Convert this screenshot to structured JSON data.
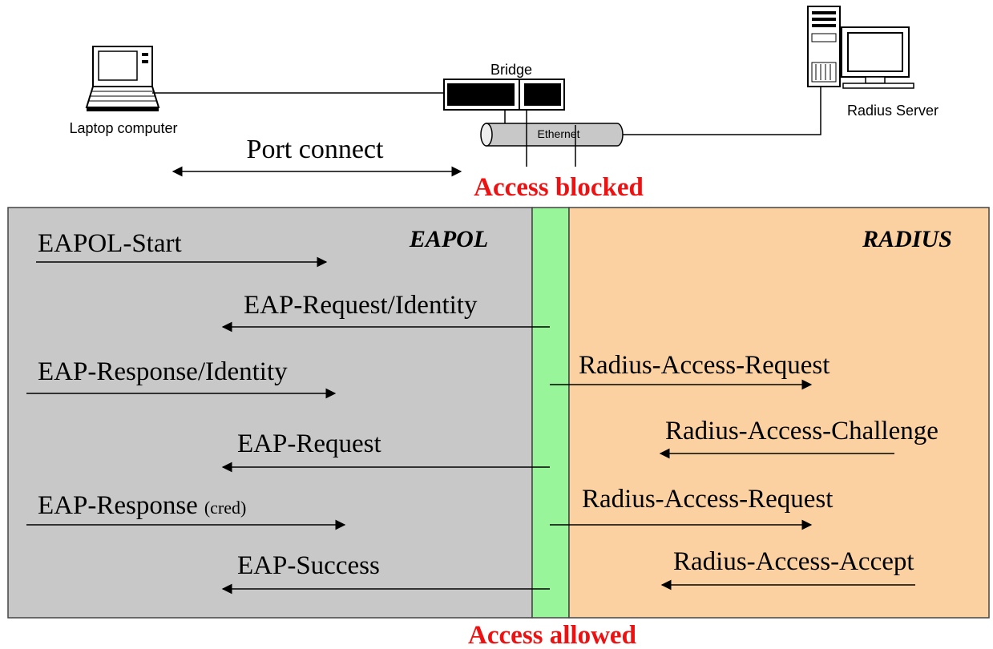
{
  "devices": {
    "laptop_label": "Laptop computer",
    "bridge_label": "Bridge",
    "ethernet_label": "Ethernet",
    "server_label": "Radius Server"
  },
  "top": {
    "port_connect": "Port connect",
    "access_blocked": "Access blocked",
    "access_allowed": "Access allowed"
  },
  "colors": {
    "eapol_panel": "#c8c8c8",
    "radius_panel": "#fcd1a1",
    "bridge_strip": "#99f599",
    "status_red": "#ee1111"
  },
  "panels": {
    "eapol_title": "EAPOL",
    "radius_title": "RADIUS"
  },
  "eapol_messages": [
    {
      "label": "EAPOL-Start",
      "direction": "right"
    },
    {
      "label": "EAP-Request/Identity",
      "direction": "left"
    },
    {
      "label": "EAP-Response/Identity",
      "direction": "right"
    },
    {
      "label": "EAP-Request",
      "direction": "left"
    },
    {
      "label": "EAP-Response",
      "suffix": "(cred)",
      "direction": "right"
    },
    {
      "label": "EAP-Success",
      "direction": "left"
    }
  ],
  "radius_messages": [
    {
      "label": "Radius-Access-Request",
      "direction": "right"
    },
    {
      "label": "Radius-Access-Challenge",
      "direction": "left"
    },
    {
      "label": "Radius-Access-Request",
      "direction": "right"
    },
    {
      "label": "Radius-Access-Accept",
      "direction": "left"
    }
  ]
}
